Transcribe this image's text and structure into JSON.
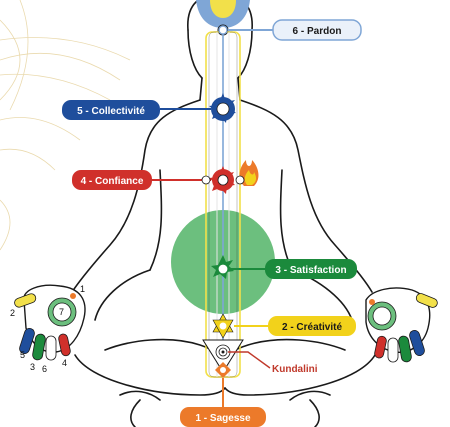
{
  "labels": {
    "pardon": "6 - Pardon",
    "collectivite": "5 - Collectivité",
    "confiance": "4 - Confiance",
    "satisfaction": "3 - Satisfaction",
    "creativite": "2 - Créativité",
    "sagesse": "1 - Sagesse",
    "kundalini": "Kundalini"
  },
  "finger_numbers": {
    "n1": "1",
    "n2": "2",
    "n3": "3",
    "n4": "4",
    "n5": "5",
    "n6": "6",
    "n7": "7"
  },
  "colors": {
    "pardon": "#7fa6d6",
    "collectivite": "#1f4e9c",
    "confiance": "#d0302b",
    "satisfaction": "#1b8a3c",
    "satisfaction_area": "#6cbf7e",
    "creativite": "#f2d21b",
    "sagesse": "#ec7a2a",
    "kundalini": "#c0392b",
    "body_line": "#1a1a1a"
  }
}
